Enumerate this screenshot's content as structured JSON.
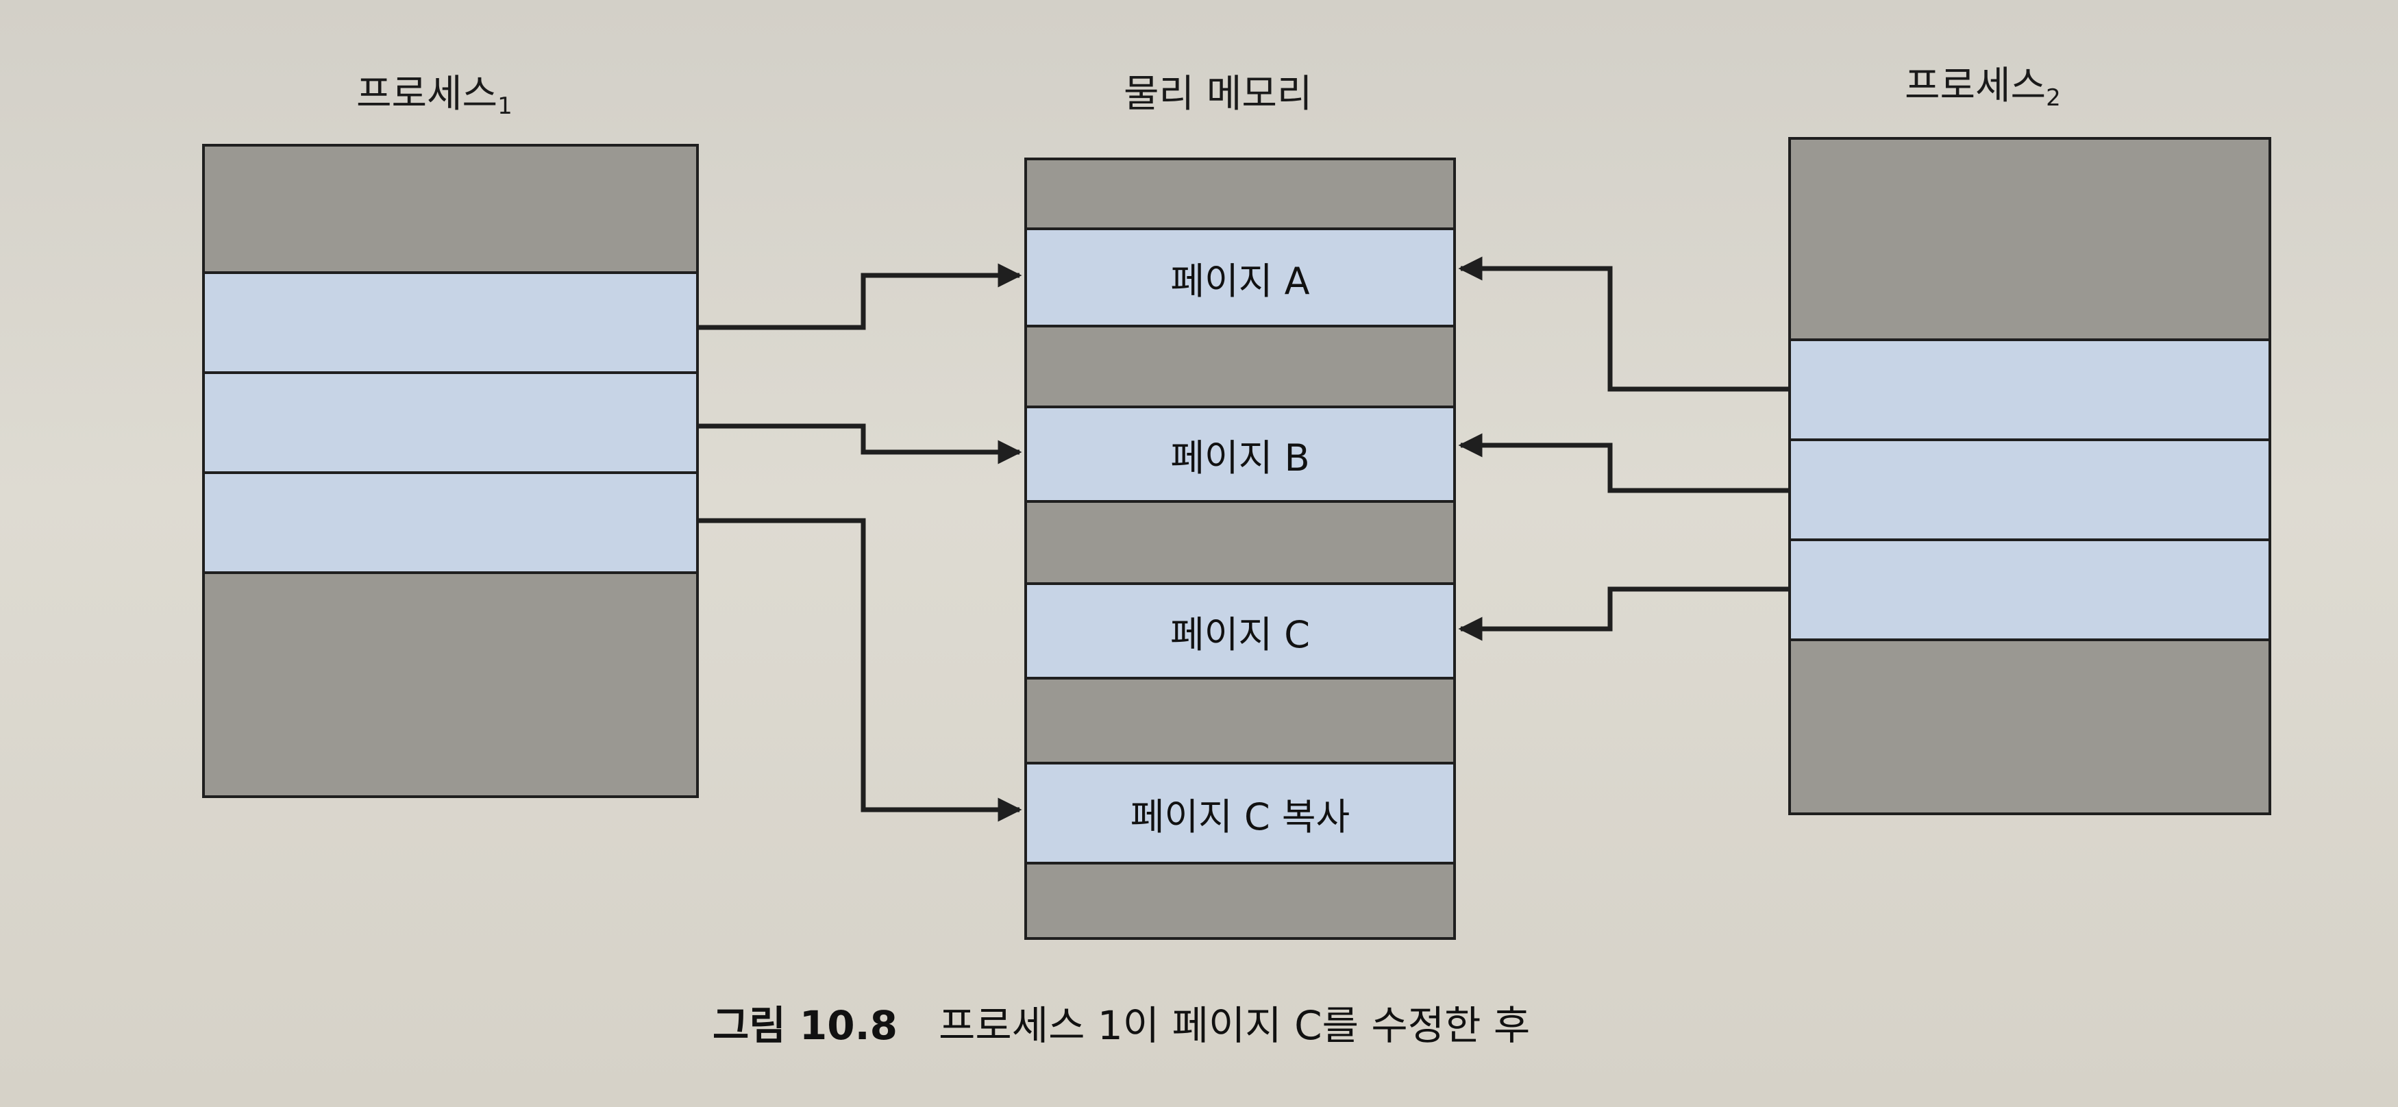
{
  "labels": {
    "process1": "프로세스",
    "process1_sub": "1",
    "physical_memory": "물리 메모리",
    "process2": "프로세스",
    "process2_sub": "2"
  },
  "memory_pages": [
    "페이지 A",
    "페이지 B",
    "페이지 C",
    "페이지 C 복사"
  ],
  "caption": {
    "figure_number": "그림 10.8",
    "text": "프로세스 1이 페이지 C를 수정한 후"
  },
  "colors": {
    "gray_region": "#9a9892",
    "page_region": "#c7d4e6",
    "line": "#1f1f1f"
  }
}
